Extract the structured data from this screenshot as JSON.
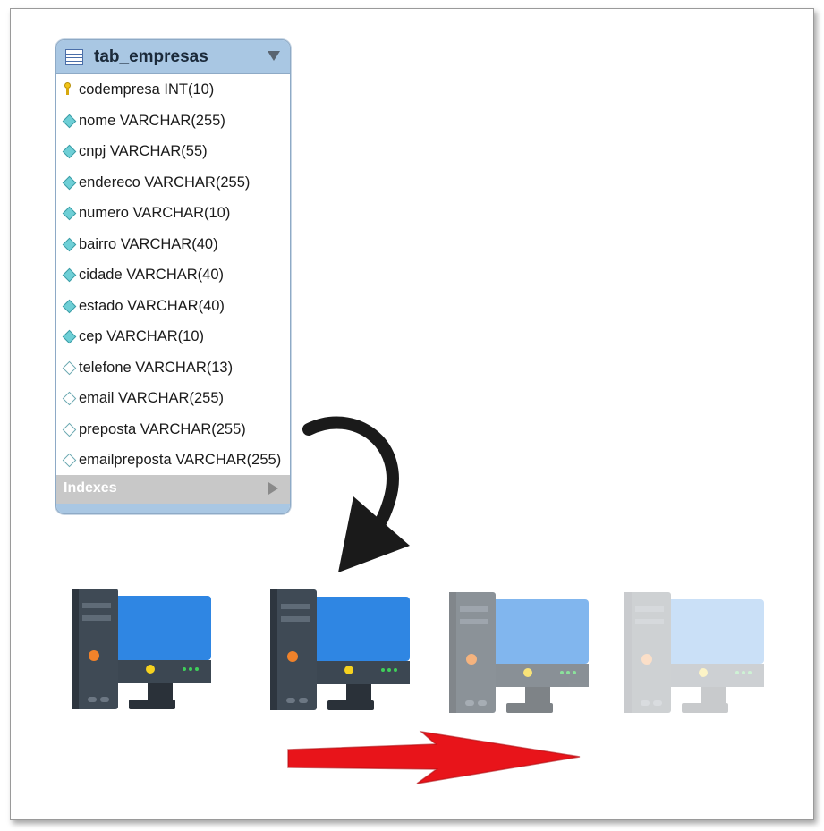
{
  "table": {
    "title": "tab_empresas",
    "icon": "table-icon",
    "columns": [
      {
        "label": "codempresa INT(10)",
        "icon": "primary-key-icon"
      },
      {
        "label": "nome VARCHAR(255)",
        "icon": "column-filled-diamond-icon"
      },
      {
        "label": "cnpj VARCHAR(55)",
        "icon": "column-filled-diamond-icon"
      },
      {
        "label": "endereco VARCHAR(255)",
        "icon": "column-filled-diamond-icon"
      },
      {
        "label": "numero VARCHAR(10)",
        "icon": "column-filled-diamond-icon"
      },
      {
        "label": "bairro VARCHAR(40)",
        "icon": "column-filled-diamond-icon"
      },
      {
        "label": "cidade VARCHAR(40)",
        "icon": "column-filled-diamond-icon"
      },
      {
        "label": "estado VARCHAR(40)",
        "icon": "column-filled-diamond-icon"
      },
      {
        "label": "cep VARCHAR(10)",
        "icon": "column-filled-diamond-icon"
      },
      {
        "label": "telefone VARCHAR(13)",
        "icon": "column-hollow-diamond-icon"
      },
      {
        "label": "email VARCHAR(255)",
        "icon": "column-hollow-diamond-icon"
      },
      {
        "label": "preposta VARCHAR(255)",
        "icon": "column-hollow-diamond-icon"
      },
      {
        "label": "emailpreposta VARCHAR(255)",
        "icon": "column-hollow-diamond-icon"
      }
    ],
    "indexes_label": "Indexes"
  },
  "computers": [
    {
      "icon": "computer-icon",
      "opacity": 1.0
    },
    {
      "icon": "computer-icon",
      "opacity": 1.0
    },
    {
      "icon": "computer-icon",
      "opacity": 0.6
    },
    {
      "icon": "computer-icon",
      "opacity": 0.25
    }
  ],
  "arrows": [
    {
      "icon": "curved-arrow-icon",
      "color": "#1a1a1a"
    },
    {
      "icon": "right-arrow-icon",
      "color": "#e8141a"
    }
  ],
  "colors": {
    "header_bg": "#a9c7e3",
    "indexes_bg": "#c8c8c8",
    "monitor_blue": "#2f86e3",
    "tower_dark": "#3f4a55"
  }
}
